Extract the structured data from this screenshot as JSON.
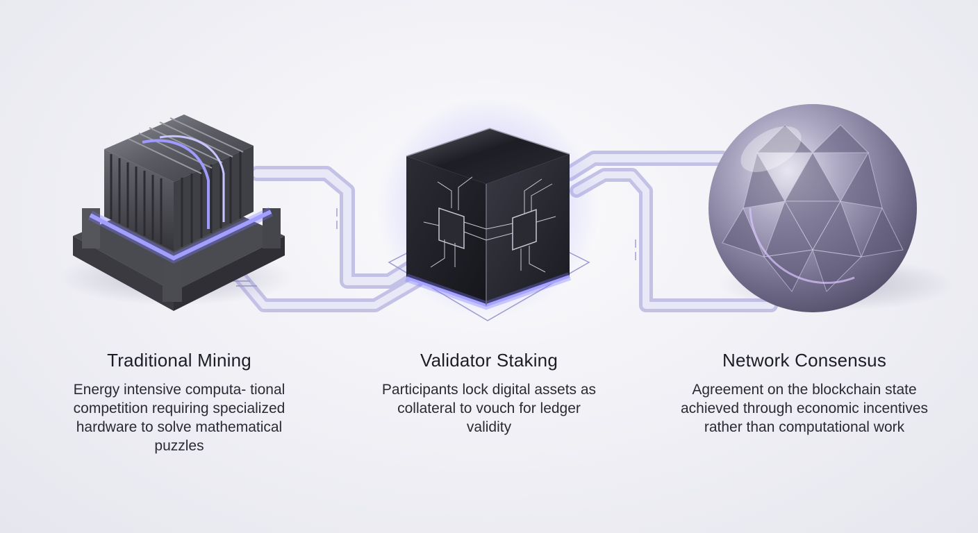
{
  "stages": [
    {
      "title": "Traditional Mining",
      "description": "Energy intensive computa- tional competition requiring specialized hardware to solve mathematical puzzles",
      "icon": "heatsink-chip-icon"
    },
    {
      "title": "Validator Staking",
      "description": "Participants lock digital assets as collateral to vouch for ledger validity",
      "icon": "glass-cube-chip-icon"
    },
    {
      "title": "Network Consensus",
      "description": "Agreement on the blockchain state achieved through economic incentives rather than computational work",
      "icon": "crystal-sphere-icon"
    }
  ],
  "colors": {
    "accent": "#8a86d8",
    "track": "#b9b8e3",
    "glow": "#7c78ff",
    "metal": "#5b5b63",
    "cube": "#1f1f27",
    "sphere": "#8a84a6",
    "text": "#1d1d26"
  }
}
